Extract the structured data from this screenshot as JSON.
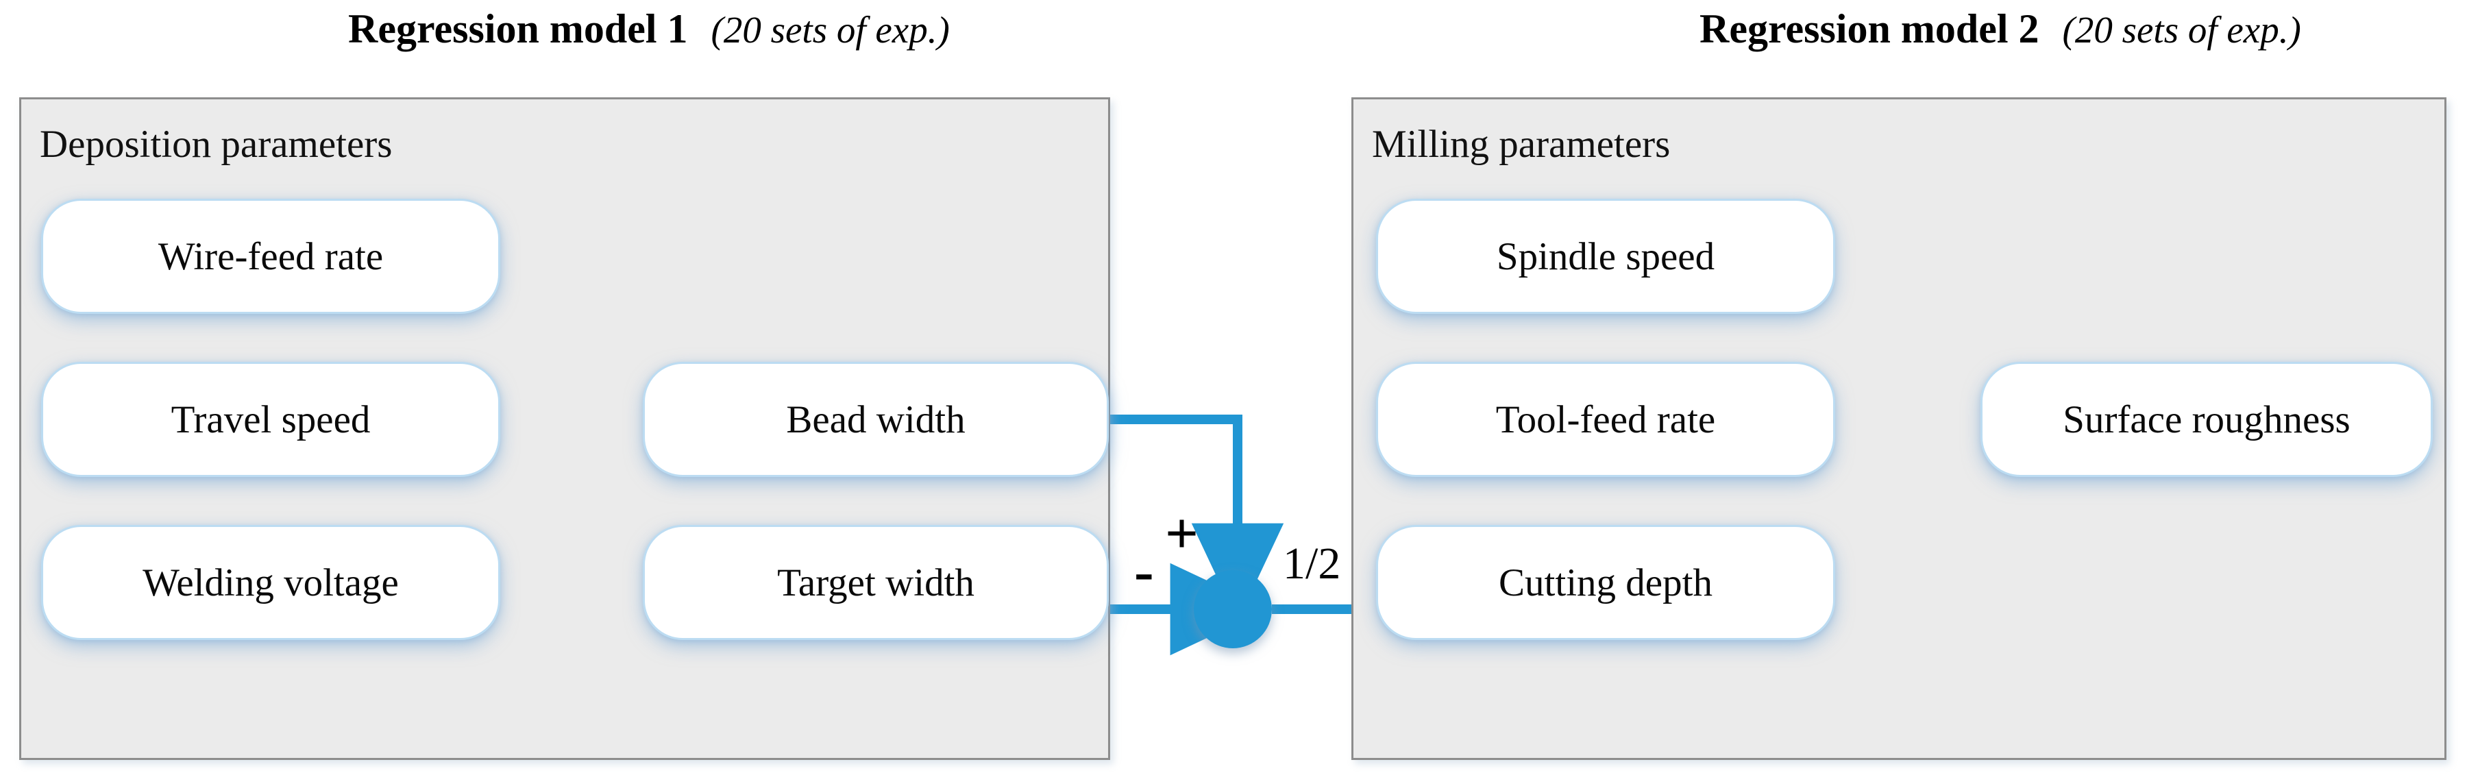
{
  "titles": [
    {
      "main": "Regression model 1",
      "sub": "(20 sets of exp.)"
    },
    {
      "main": "Regression model 2",
      "sub": "(20 sets of exp.)"
    }
  ],
  "panels": {
    "left": {
      "label": "Deposition  parameters"
    },
    "right": {
      "label": "Milling parameters"
    }
  },
  "nodes": {
    "wire_feed_rate": "Wire-feed rate",
    "travel_speed": "Travel speed",
    "welding_voltage": "Welding voltage",
    "bead_width": "Bead width",
    "target_width": "Target width",
    "spindle_speed": "Spindle speed",
    "tool_feed_rate": "Tool-feed rate",
    "cutting_depth": "Cutting depth",
    "surface_roughness": "Surface roughness"
  },
  "junction": {
    "plus_sign": "+",
    "minus_sign": "-",
    "gain_label": "1/2"
  },
  "colors": {
    "accent_blue": "#2196d3",
    "panel_fill": "#ebebeb",
    "panel_border": "#8d8d8d",
    "node_border": "#bcdcf2",
    "node_fill": "#ffffff",
    "text": "#000000"
  }
}
